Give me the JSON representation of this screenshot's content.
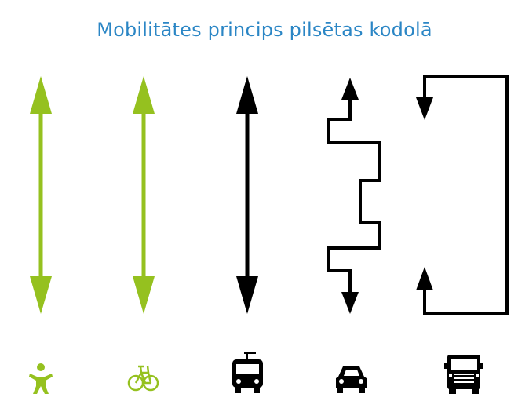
{
  "title": "Mobilitātes princips pilsētas kodolā",
  "colors": {
    "title": "#2b86c5",
    "active": "#95c11f",
    "motor": "#000000"
  },
  "modes": [
    {
      "icon": "pedestrian-icon",
      "path_style": "straight-double-arrow",
      "color": "active"
    },
    {
      "icon": "bicycle-icon",
      "path_style": "straight-double-arrow",
      "color": "active"
    },
    {
      "icon": "trolleybus-icon",
      "path_style": "straight-double-arrow",
      "color": "motor"
    },
    {
      "icon": "car-icon",
      "path_style": "zigzag-double-arrow",
      "color": "motor"
    },
    {
      "icon": "truck-icon",
      "path_style": "loop-arrow",
      "color": "motor"
    }
  ]
}
